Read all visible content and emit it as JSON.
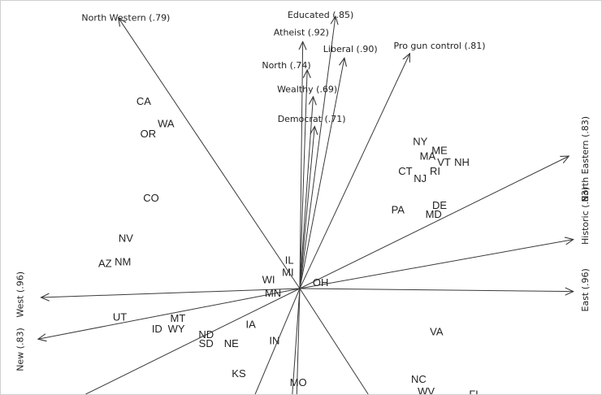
{
  "chart_data": {
    "type": "scatter",
    "title": "",
    "xlabel": "",
    "ylabel": "",
    "origin": [
      0,
      0
    ],
    "xlim": [
      -10,
      10
    ],
    "ylim": [
      -3.7,
      9.6
    ],
    "grid": false,
    "legend": "none",
    "colors": {
      "ink": "#222222",
      "arrow": "#3a3a3a",
      "background": "#ffffff"
    },
    "vectors": [
      {
        "label": "North Western (.79)",
        "tip": [
          -6.1,
          9.1
        ],
        "label_at": [
          -5.85,
          9.1
        ],
        "label_rotate": false
      },
      {
        "label": "Educated (.85)",
        "tip": [
          1.2,
          9.15
        ],
        "label_at": [
          0.7,
          9.2
        ],
        "label_rotate": false
      },
      {
        "label": "Atheist (.92)",
        "tip": [
          0.1,
          8.3
        ],
        "label_at": [
          0.05,
          8.6
        ],
        "label_rotate": false
      },
      {
        "label": "Liberal (.90)",
        "tip": [
          1.5,
          7.75
        ],
        "label_at": [
          1.7,
          8.05
        ],
        "label_rotate": false
      },
      {
        "label": "Pro gun control (.81)",
        "tip": [
          3.7,
          7.9
        ],
        "label_at": [
          4.7,
          8.15
        ],
        "label_rotate": false
      },
      {
        "label": "North (.74)",
        "tip": [
          0.25,
          7.35
        ],
        "label_at": [
          -0.45,
          7.5
        ],
        "label_rotate": false
      },
      {
        "label": "Wealthy (.69)",
        "tip": [
          0.45,
          6.45
        ],
        "label_at": [
          0.25,
          6.7
        ],
        "label_rotate": false
      },
      {
        "label": "Democrat (.71)",
        "tip": [
          0.5,
          5.45
        ],
        "label_at": [
          0.4,
          5.7
        ],
        "label_rotate": false
      },
      {
        "label": "North Eastern (.83)",
        "tip": [
          9.05,
          4.45
        ],
        "label_at": [
          9.6,
          4.35
        ],
        "label_rotate": true
      },
      {
        "label": "Historic (.83)",
        "tip": [
          9.2,
          1.65
        ],
        "label_at": [
          9.6,
          2.45
        ],
        "label_rotate": true
      },
      {
        "label": "East (.96)",
        "tip": [
          9.2,
          -0.1
        ],
        "label_at": [
          9.6,
          -0.05
        ],
        "label_rotate": true
      },
      {
        "label": "West (.96)",
        "tip": [
          -8.7,
          -0.3
        ],
        "label_at": [
          -9.4,
          -0.2
        ],
        "label_rotate": true
      },
      {
        "label": "New (.83)",
        "tip": [
          -8.8,
          -1.7
        ],
        "label_at": [
          -9.4,
          -2.05
        ],
        "label_rotate": true
      },
      {
        "label": "",
        "tip": [
          -7.2,
          -3.75
        ],
        "label_at": [
          0,
          0
        ],
        "label_rotate": false
      },
      {
        "label": "",
        "tip": [
          -1.5,
          -3.75
        ],
        "label_at": [
          0,
          0
        ],
        "label_rotate": false
      },
      {
        "label": "",
        "tip": [
          -0.25,
          -3.75
        ],
        "label_at": [
          0,
          0
        ],
        "label_rotate": false
      },
      {
        "label": "",
        "tip": [
          -0.1,
          -3.75
        ],
        "label_at": [
          0,
          0
        ],
        "label_rotate": false
      },
      {
        "label": "",
        "tip": [
          2.3,
          -3.75
        ],
        "label_at": [
          0,
          0
        ],
        "label_rotate": false
      }
    ],
    "points": [
      {
        "label": "CA",
        "x": -5.25,
        "y": 6.3
      },
      {
        "label": "WA",
        "x": -4.5,
        "y": 5.55
      },
      {
        "label": "OR",
        "x": -5.1,
        "y": 5.2
      },
      {
        "label": "CO",
        "x": -5.0,
        "y": 3.05
      },
      {
        "label": "NV",
        "x": -5.85,
        "y": 1.7
      },
      {
        "label": "AZ",
        "x": -6.55,
        "y": 0.85
      },
      {
        "label": "NM",
        "x": -5.95,
        "y": 0.9
      },
      {
        "label": "UT",
        "x": -6.05,
        "y": -0.95
      },
      {
        "label": "MT",
        "x": -4.1,
        "y": -1.0
      },
      {
        "label": "ID",
        "x": -4.8,
        "y": -1.35
      },
      {
        "label": "WY",
        "x": -4.15,
        "y": -1.35
      },
      {
        "label": "ND",
        "x": -3.15,
        "y": -1.55
      },
      {
        "label": "SD",
        "x": -3.15,
        "y": -1.85
      },
      {
        "label": "NE",
        "x": -2.3,
        "y": -1.85
      },
      {
        "label": "IA",
        "x": -1.65,
        "y": -1.2
      },
      {
        "label": "IN",
        "x": -0.85,
        "y": -1.75
      },
      {
        "label": "KS",
        "x": -2.05,
        "y": -2.85
      },
      {
        "label": "MO",
        "x": -0.05,
        "y": -3.15
      },
      {
        "label": "IL",
        "x": -0.35,
        "y": 0.95
      },
      {
        "label": "MI",
        "x": -0.4,
        "y": 0.55
      },
      {
        "label": "WI",
        "x": -1.05,
        "y": 0.3
      },
      {
        "label": "MN",
        "x": -0.9,
        "y": -0.15
      },
      {
        "label": "OH",
        "x": 0.7,
        "y": 0.2
      },
      {
        "label": "NY",
        "x": 4.05,
        "y": 4.95
      },
      {
        "label": "ME",
        "x": 4.7,
        "y": 4.65
      },
      {
        "label": "MA",
        "x": 4.3,
        "y": 4.45
      },
      {
        "label": "VT",
        "x": 4.85,
        "y": 4.25
      },
      {
        "label": "NH",
        "x": 5.45,
        "y": 4.25
      },
      {
        "label": "RI",
        "x": 4.55,
        "y": 3.95
      },
      {
        "label": "CT",
        "x": 3.55,
        "y": 3.95
      },
      {
        "label": "NJ",
        "x": 4.05,
        "y": 3.7
      },
      {
        "label": "DE",
        "x": 4.7,
        "y": 2.8
      },
      {
        "label": "MD",
        "x": 4.5,
        "y": 2.5
      },
      {
        "label": "PA",
        "x": 3.3,
        "y": 2.65
      },
      {
        "label": "VA",
        "x": 4.6,
        "y": -1.45
      },
      {
        "label": "NC",
        "x": 4.0,
        "y": -3.05
      },
      {
        "label": "WV",
        "x": 4.25,
        "y": -3.45
      },
      {
        "label": "FL",
        "x": 5.9,
        "y": -3.55
      }
    ]
  }
}
